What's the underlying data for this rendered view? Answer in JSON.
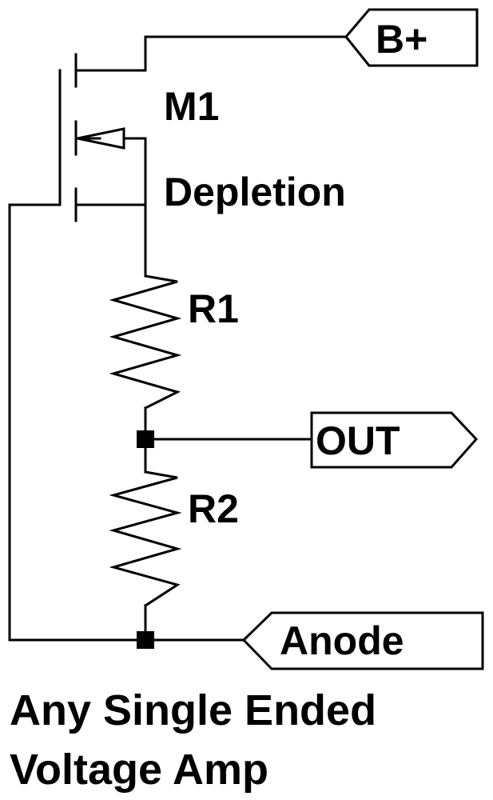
{
  "ports": {
    "supply": "B+",
    "output": "OUT",
    "input": "Anode"
  },
  "components": {
    "transistor_name": "M1",
    "transistor_type": "Depletion",
    "resistor_top": "R1",
    "resistor_bottom": "R2"
  },
  "caption": {
    "line1": "Any Single Ended",
    "line2": "Voltage Amp"
  }
}
